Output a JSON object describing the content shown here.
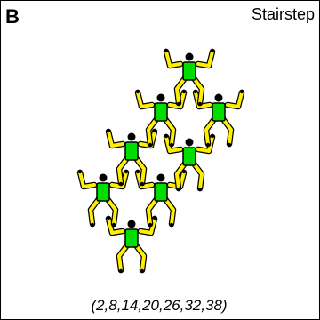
{
  "panel": {
    "letter": "B",
    "title": "Stairstep",
    "sequence": "(2,8,14,20,26,32,38)"
  },
  "colors": {
    "body": "#00dd00",
    "limbs": "#ffee00",
    "outline": "#000000",
    "head": "#000000",
    "frame": "#000000"
  },
  "jumpers": [
    {
      "id": 1,
      "label": "jumper-bottom"
    },
    {
      "id": 2,
      "label": "jumper-left-low"
    },
    {
      "id": 3,
      "label": "jumper-center-low"
    },
    {
      "id": 4,
      "label": "jumper-left-mid"
    },
    {
      "id": 5,
      "label": "jumper-center-mid"
    },
    {
      "id": 6,
      "label": "jumper-left-high"
    },
    {
      "id": 7,
      "label": "jumper-right-high"
    },
    {
      "id": 8,
      "label": "jumper-top"
    }
  ]
}
